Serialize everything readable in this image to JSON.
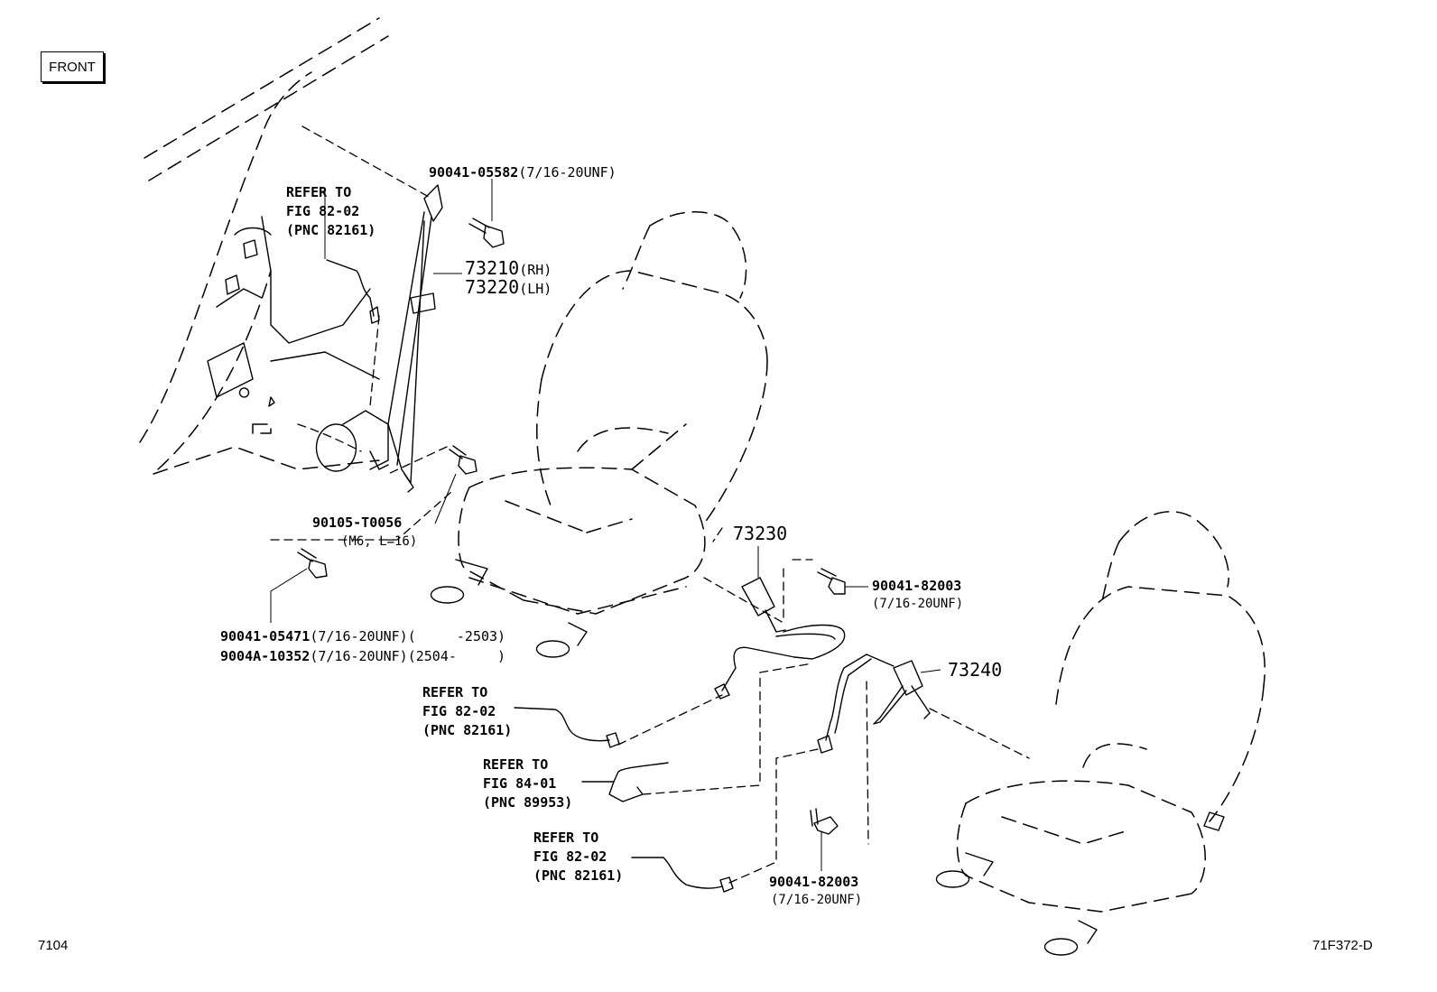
{
  "front_label": "FRONT",
  "page_code": "7104",
  "figure_code": "71F372-D",
  "callouts": {
    "bolt_upper": {
      "part": "90041-05582",
      "spec": "(7/16-20UNF)"
    },
    "belt_rh": {
      "part": "73210",
      "spec": "(RH)"
    },
    "belt_lh": {
      "part": "73220",
      "spec": "(LH)"
    },
    "bolt_lower": {
      "part": "90105-T0056",
      "spec": "(M6, L=16)"
    },
    "bolt_floor_a": {
      "part": "90041-05471",
      "spec": "(7/16-20UNF)(     -2503)"
    },
    "bolt_floor_b": {
      "part": "9004A-10352",
      "spec": "(7/16-20UNF)(2504-     )"
    },
    "buckle_inner": {
      "part": "73230"
    },
    "bolt_buckle_upper": {
      "part": "90041-82003",
      "spec": "(7/16-20UNF)"
    },
    "buckle_outer": {
      "part": "73240"
    },
    "bolt_buckle_lower": {
      "part": "90041-82003",
      "spec": "(7/16-20UNF)"
    }
  },
  "references": [
    {
      "line1": "REFER TO",
      "line2": "FIG 82-02",
      "line3": "(PNC 82161)"
    },
    {
      "line1": "REFER TO",
      "line2": "FIG 82-02",
      "line3": "(PNC 82161)"
    },
    {
      "line1": "REFER TO",
      "line2": "FIG 84-01",
      "line3": "(PNC 89953)"
    },
    {
      "line1": "REFER TO",
      "line2": "FIG 82-02",
      "line3": "(PNC 82161)"
    }
  ]
}
